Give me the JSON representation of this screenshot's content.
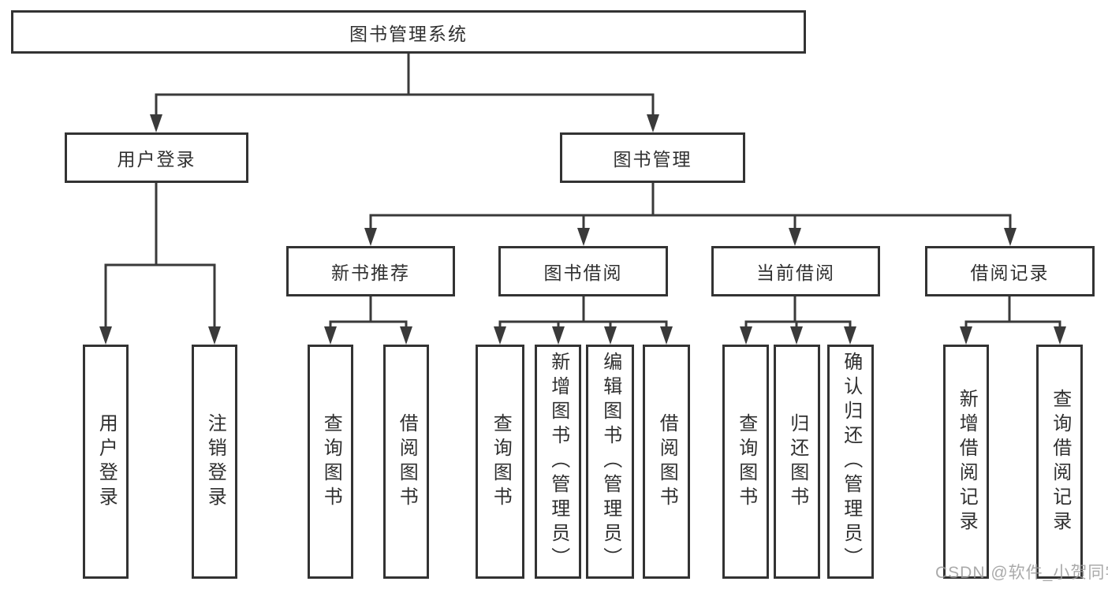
{
  "diagram": {
    "title_node": "图书管理系统",
    "nodes": {
      "user_login": "用户登录",
      "book_mgmt": "图书管理",
      "new_book_rec": "新书推荐",
      "book_borrow": "图书借阅",
      "current_borrow": "当前借阅",
      "borrow_records": "借阅记录"
    },
    "leaves": [
      {
        "label": "用户登录"
      },
      {
        "label": "注销登录"
      },
      {
        "label": "查询图书"
      },
      {
        "label": "借阅图书"
      },
      {
        "label": "查询图书"
      },
      {
        "label": "新增图书（管理员）"
      },
      {
        "label": "编辑图书（管理员）"
      },
      {
        "label": "借阅图书"
      },
      {
        "label": "查询图书"
      },
      {
        "label": "归还图书"
      },
      {
        "label": "确认归还（管理员）"
      },
      {
        "label": "新增借阅记录"
      },
      {
        "label": "查询借阅记录"
      }
    ]
  },
  "watermark": "CSDN @软件_小贺同学",
  "colors": {
    "line": "#3a3a3a",
    "box_border": "#333333",
    "text": "#303030",
    "watermark": "#9c9c9c",
    "background": "#ffffff"
  }
}
